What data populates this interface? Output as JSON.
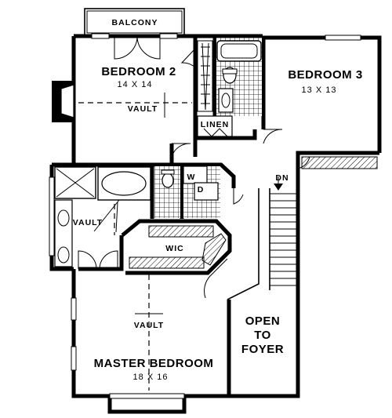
{
  "rooms": {
    "balcony": "BALCONY",
    "bedroom2": {
      "name": "BEDROOM 2",
      "size": "14 X 14",
      "ceiling": "VAULT"
    },
    "bedroom3": {
      "name": "BEDROOM 3",
      "size": "13 X 13"
    },
    "linen": "LINEN",
    "washer": "W",
    "dryer": "D",
    "stairs": "DN",
    "bath_vault": "VAULT",
    "wic": "WIC",
    "master": {
      "name": "MASTER BEDROOM",
      "size": "18 X 16",
      "ceiling": "VAULT"
    },
    "open_to_foyer": [
      "OPEN",
      "TO",
      "FOYER"
    ]
  },
  "colors": {
    "ink": "#000000",
    "paper": "#ffffff"
  }
}
